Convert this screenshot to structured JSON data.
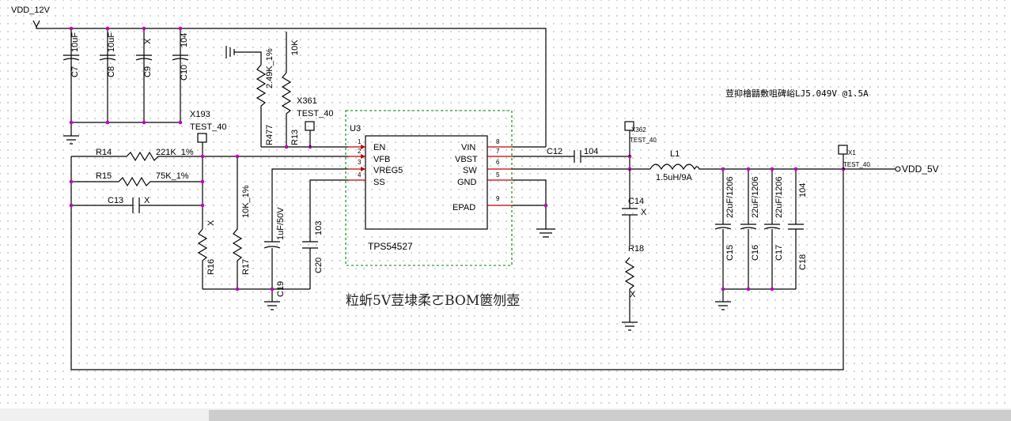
{
  "schematic": {
    "nets": {
      "vin": "VDD_12V",
      "vout": "VDD_5V"
    },
    "ic": {
      "ref": "U3",
      "part": "TPS54527",
      "pins_left": [
        {
          "num": "1",
          "name": "EN"
        },
        {
          "num": "2",
          "name": "VFB"
        },
        {
          "num": "3",
          "name": "VREG5"
        },
        {
          "num": "4",
          "name": "SS"
        }
      ],
      "pins_right": [
        {
          "num": "8",
          "name": "VIN"
        },
        {
          "num": "7",
          "name": "VBST"
        },
        {
          "num": "6",
          "name": "SW"
        },
        {
          "num": "5",
          "name": "GND"
        },
        {
          "num": "9",
          "name": "EPAD"
        }
      ]
    },
    "input_caps": [
      {
        "ref": "C7",
        "value": "10uF"
      },
      {
        "ref": "C8",
        "value": "10uF"
      },
      {
        "ref": "C9",
        "value": "X"
      },
      {
        "ref": "C10",
        "value": "104"
      }
    ],
    "en_divider": [
      {
        "ref": "R477",
        "value": "2.49K_1%"
      },
      {
        "ref": "R13",
        "value": "10K"
      }
    ],
    "test_points": [
      {
        "ref": "X193",
        "value": "TEST_40"
      },
      {
        "ref": "X361",
        "value": "TEST_40"
      },
      {
        "ref": "X362",
        "value": "TEST_40"
      },
      {
        "ref": "X1",
        "value": "TEST_40"
      }
    ],
    "feedback": [
      {
        "ref": "R14",
        "value": "221K_1%"
      },
      {
        "ref": "R15",
        "value": "75K_1%"
      },
      {
        "ref": "C13",
        "value": "X"
      },
      {
        "ref": "R16",
        "value": "X"
      },
      {
        "ref": "R17",
        "value": "10K_1%"
      },
      {
        "ref": "C19",
        "value": "1uF/50V"
      },
      {
        "ref": "C20",
        "value": "103"
      }
    ],
    "boot_cap": {
      "ref": "C12",
      "value": "104"
    },
    "inductor": {
      "ref": "L1",
      "value": "1.5uH/9A"
    },
    "snubber": [
      {
        "ref": "C14",
        "value": "X"
      },
      {
        "ref": "R18",
        "value": "X"
      }
    ],
    "output_caps": [
      {
        "ref": "C15",
        "value": "22uF/1206"
      },
      {
        "ref": "C16",
        "value": "22uF/1206"
      },
      {
        "ref": "C17",
        "value": "22uF/1206"
      },
      {
        "ref": "C18",
        "value": "104"
      }
    ],
    "notes": {
      "output_spec": "荳抑檜鼱敷咀碑峪LJ5.049V  @1.5A",
      "bom_note": "粒蚚5V荳埭柔ㄛBOM篋刎壺"
    }
  }
}
